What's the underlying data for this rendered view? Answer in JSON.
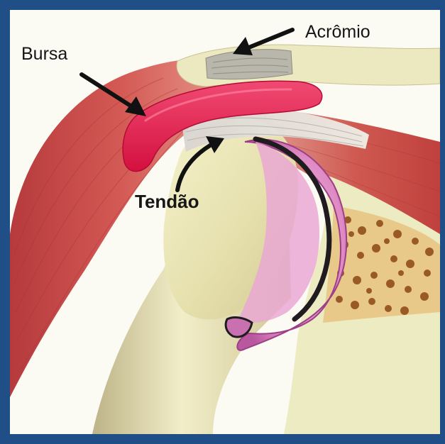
{
  "labels": {
    "bursa": "Bursa",
    "acromio": "Acrômio",
    "tendao": "Tendão"
  },
  "colors": {
    "frame": "#1f4f86",
    "background": "#fbfaf3",
    "muscle": "#c8504c",
    "bone": "#ece8b8",
    "bursa": "#e8204f",
    "cartilage": "#e48fc4",
    "tendon": "#cfd0cd"
  }
}
